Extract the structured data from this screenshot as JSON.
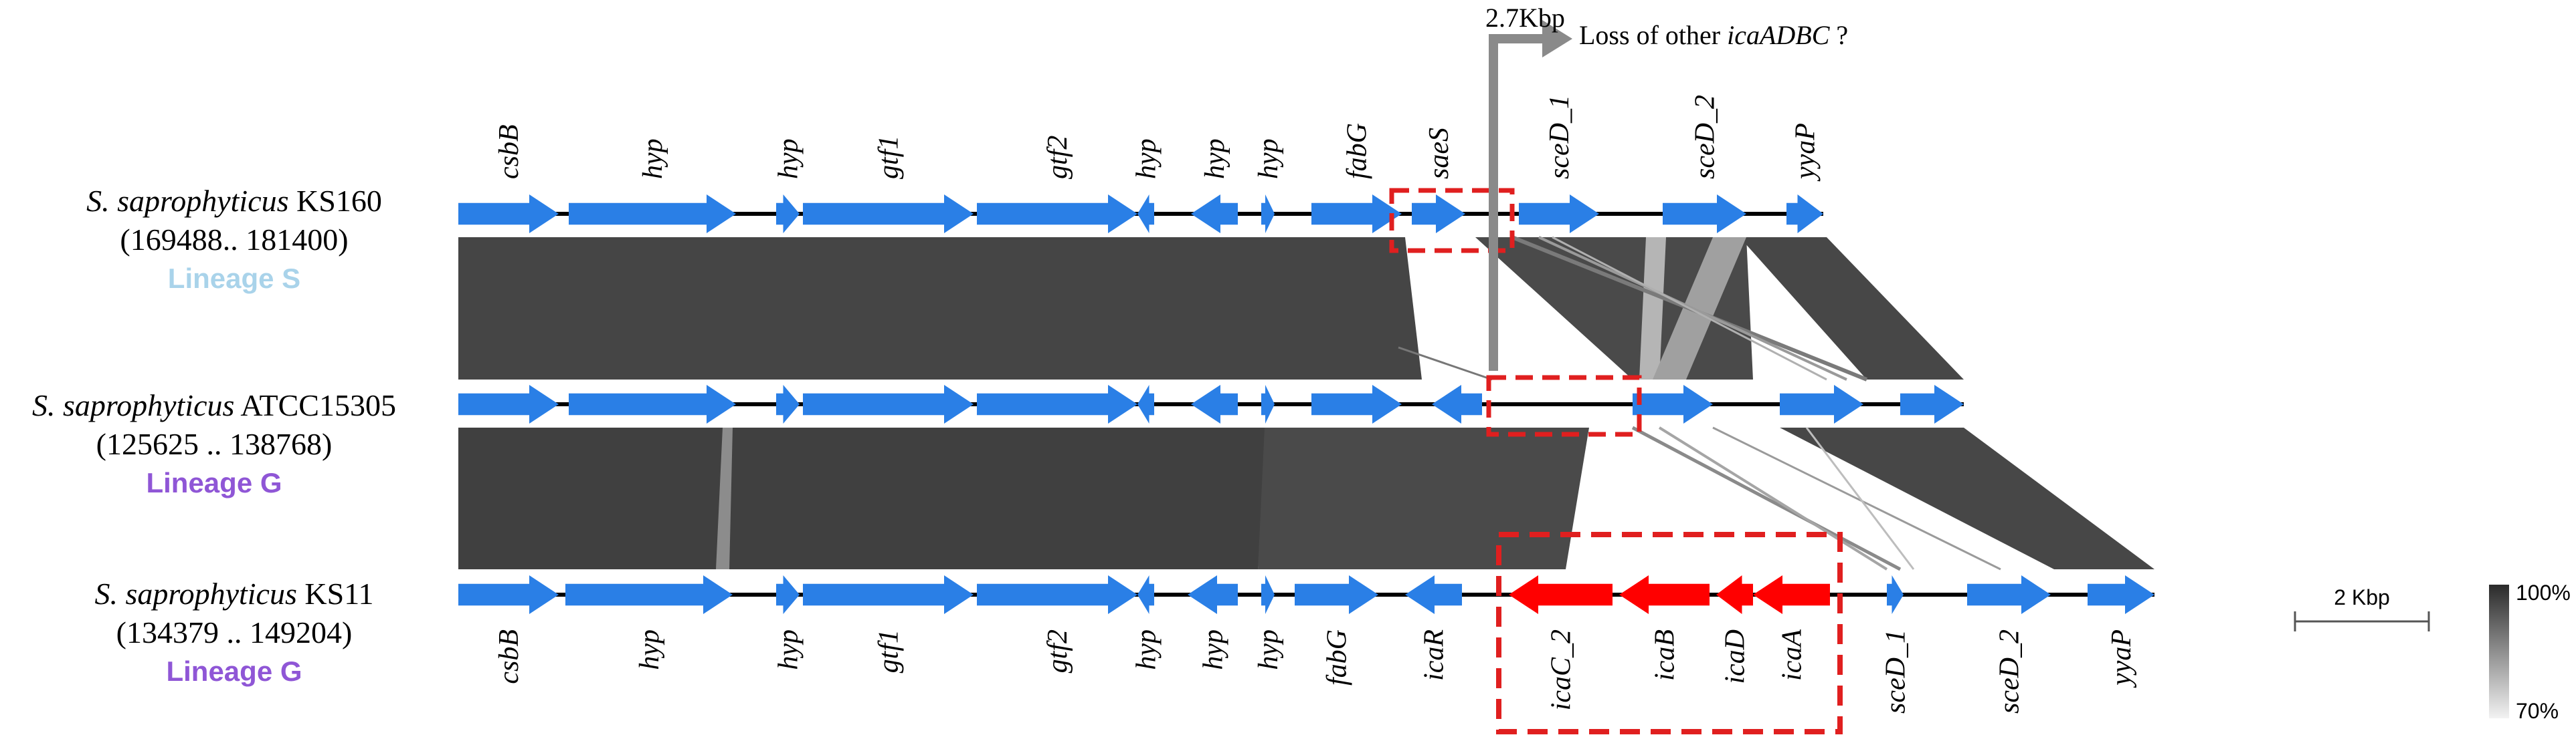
{
  "colors": {
    "gene": "#2a7fe6",
    "ica_gene": "#ff0000",
    "highlight_box": "#e01f1f",
    "backbone": "#000000",
    "homology": "#454545",
    "insertion_arrow": "#8a8a8a",
    "lineage_s": "#a9d3ea",
    "lineage_g": "#8f56d6"
  },
  "insertion": {
    "size_label": "2.7Kbp",
    "note_prefix": "Loss of other ",
    "note_italic": "icaADBC",
    "note_suffix": " ?"
  },
  "scale": {
    "bar_label": "2 Kbp",
    "max_label": "100%",
    "min_label": "70%"
  },
  "tracks": [
    {
      "species": "S. saprophyticus",
      "strain": "KS160",
      "coords": "(169488.. 181400)",
      "lineage": "Lineage S",
      "lineage_color": "#a9d3ea",
      "genes": [
        {
          "start": 685,
          "end": 835,
          "dir": 1,
          "label": "csbB"
        },
        {
          "start": 850,
          "end": 1100,
          "dir": 1,
          "label": "hyp"
        },
        {
          "start": 1160,
          "end": 1195,
          "dir": 1,
          "label": "hyp"
        },
        {
          "start": 1200,
          "end": 1455,
          "dir": 1,
          "label": "gtf1"
        },
        {
          "start": 1460,
          "end": 1700,
          "dir": 1,
          "label": "gtf2"
        },
        {
          "start": 1700,
          "end": 1725,
          "dir": -1,
          "label": "hyp"
        },
        {
          "start": 1780,
          "end": 1850,
          "dir": -1,
          "label": "hyp"
        },
        {
          "start": 1885,
          "end": 1905,
          "dir": 1,
          "label": "hyp"
        },
        {
          "start": 1960,
          "end": 2095,
          "dir": 1,
          "label": "fabG"
        },
        {
          "start": 2110,
          "end": 2190,
          "dir": 1,
          "label": "saeS"
        },
        {
          "start": 2270,
          "end": 2390,
          "dir": 1,
          "label": "sceD_1"
        },
        {
          "start": 2485,
          "end": 2610,
          "dir": 1,
          "label": "sceD_2"
        },
        {
          "start": 2670,
          "end": 2725,
          "dir": 1,
          "label": "yyaP"
        }
      ]
    },
    {
      "species": "S. saprophyticus",
      "strain": "ATCC15305",
      "coords": "(125625 .. 138768)",
      "lineage": "Lineage G",
      "lineage_color": "#8f56d6",
      "genes": [
        {
          "start": 685,
          "end": 835,
          "dir": 1,
          "label": ""
        },
        {
          "start": 850,
          "end": 1100,
          "dir": 1,
          "label": ""
        },
        {
          "start": 1160,
          "end": 1195,
          "dir": 1,
          "label": ""
        },
        {
          "start": 1200,
          "end": 1455,
          "dir": 1,
          "label": ""
        },
        {
          "start": 1460,
          "end": 1700,
          "dir": 1,
          "label": ""
        },
        {
          "start": 1700,
          "end": 1725,
          "dir": -1,
          "label": ""
        },
        {
          "start": 1780,
          "end": 1850,
          "dir": -1,
          "label": ""
        },
        {
          "start": 1885,
          "end": 1905,
          "dir": 1,
          "label": ""
        },
        {
          "start": 1960,
          "end": 2095,
          "dir": 1,
          "label": ""
        },
        {
          "start": 2140,
          "end": 2215,
          "dir": -1,
          "label": ""
        },
        {
          "start": 2440,
          "end": 2560,
          "dir": 1,
          "label": ""
        },
        {
          "start": 2660,
          "end": 2785,
          "dir": 1,
          "label": ""
        },
        {
          "start": 2840,
          "end": 2935,
          "dir": 1,
          "label": ""
        }
      ]
    },
    {
      "species": "S. saprophyticus",
      "strain": "KS11",
      "coords": "(134379 .. 149204)",
      "lineage": "Lineage G",
      "lineage_color": "#8f56d6",
      "genes": [
        {
          "start": 685,
          "end": 835,
          "dir": 1,
          "label": "csbB"
        },
        {
          "start": 845,
          "end": 1095,
          "dir": 1,
          "label": "hyp"
        },
        {
          "start": 1160,
          "end": 1195,
          "dir": 1,
          "label": "hyp"
        },
        {
          "start": 1200,
          "end": 1455,
          "dir": 1,
          "label": "gtf1"
        },
        {
          "start": 1460,
          "end": 1700,
          "dir": 1,
          "label": "gtf2"
        },
        {
          "start": 1700,
          "end": 1725,
          "dir": -1,
          "label": "hyp"
        },
        {
          "start": 1775,
          "end": 1850,
          "dir": -1,
          "label": "hyp"
        },
        {
          "start": 1885,
          "end": 1905,
          "dir": 1,
          "label": "hyp"
        },
        {
          "start": 1935,
          "end": 2060,
          "dir": 1,
          "label": "fabG"
        },
        {
          "start": 2100,
          "end": 2185,
          "dir": -1,
          "label": "icaR"
        },
        {
          "start": 2255,
          "end": 2410,
          "dir": -1,
          "label": "icaC_2",
          "ica": true
        },
        {
          "start": 2420,
          "end": 2555,
          "dir": -1,
          "label": "icaB",
          "ica": true
        },
        {
          "start": 2565,
          "end": 2620,
          "dir": -1,
          "label": "icaD",
          "ica": true
        },
        {
          "start": 2620,
          "end": 2735,
          "dir": -1,
          "label": "icaA",
          "ica": true
        },
        {
          "start": 2820,
          "end": 2845,
          "dir": 1,
          "label": "sceD_1"
        },
        {
          "start": 2940,
          "end": 3065,
          "dir": 1,
          "label": "sceD_2"
        },
        {
          "start": 3120,
          "end": 3220,
          "dir": 1,
          "label": "yyaP"
        }
      ]
    }
  ]
}
